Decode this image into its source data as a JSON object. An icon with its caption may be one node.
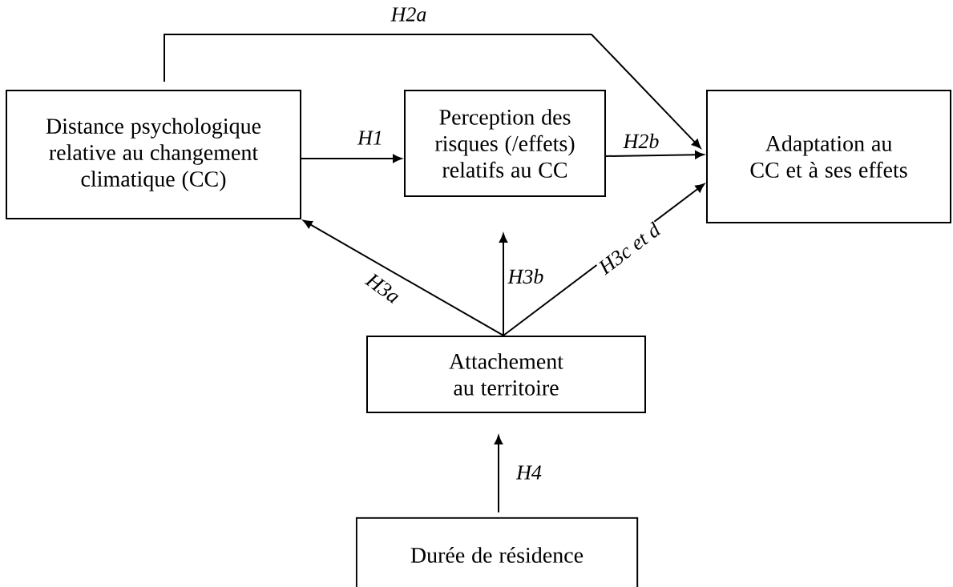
{
  "diagram": {
    "nodes": [
      {
        "text": [
          "Distance psychologique relative au changement climatique (CC)"
        ]
      },
      {
        "text": [
          "Perception des risques (/effets) relatifs au CC"
        ]
      },
      {
        "text": [
          "Adaptation au CC et à ses effets"
        ]
      },
      {
        "text": [
          "Attachement au territoire"
        ]
      },
      {
        "text": [
          "Durée de résidence"
        ]
      }
    ],
    "edges": [
      {
        "from": 0,
        "to": 2,
        "arrow": "to",
        "label": "H2a"
      },
      {
        "from": 0,
        "to": 1,
        "arrow": "to",
        "label": "H1"
      },
      {
        "from": 1,
        "to": 2,
        "arrow": "to",
        "label": "H2b"
      },
      {
        "from": 3,
        "to": 0,
        "arrow": "to",
        "label": "H3a"
      },
      {
        "from": 3,
        "to": 1,
        "arrow": "to",
        "label": "H3b"
      },
      {
        "from": 3,
        "to": 2,
        "arrow": "to",
        "label": "H3c et d"
      },
      {
        "from": 4,
        "to": 3,
        "arrow": "to",
        "label": "H4"
      }
    ]
  }
}
